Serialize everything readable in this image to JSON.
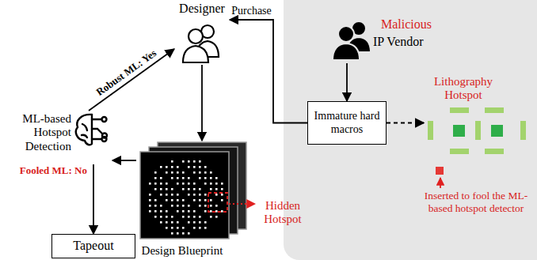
{
  "diagram": {
    "nodes": [
      {
        "text": [
          "Designer"
        ]
      },
      {
        "text": [
          "Malicious",
          "IP Vendor"
        ]
      },
      {
        "text": [
          "Immature hard macros"
        ]
      },
      {
        "text": [
          "Lithography Hotspot"
        ]
      },
      {
        "text": [
          "Design Blueprint"
        ]
      },
      {
        "text": [
          "ML-based Hotspot Detection"
        ]
      },
      {
        "text": [
          "Tapeout"
        ]
      }
    ],
    "edges": [
      {
        "from": 0,
        "to": 4,
        "arrow": "to"
      },
      {
        "from": 4,
        "to": 5,
        "arrow": "to"
      },
      {
        "from": 5,
        "to": 0,
        "label": "Robust ML: Yes",
        "arrow": "to"
      },
      {
        "from": 5,
        "to": 6,
        "label": "Fooled ML: No",
        "arrow": "to"
      },
      {
        "from": 1,
        "to": 2,
        "arrow": "to"
      },
      {
        "from": 2,
        "to": 0,
        "label": "Purchase",
        "arrow": "to"
      },
      {
        "from": 2,
        "to": 3,
        "arrow": "to"
      }
    ],
    "labels": [
      "Hidden Hotspot",
      "Inserted to fool the ML-based hotspot detector"
    ]
  }
}
